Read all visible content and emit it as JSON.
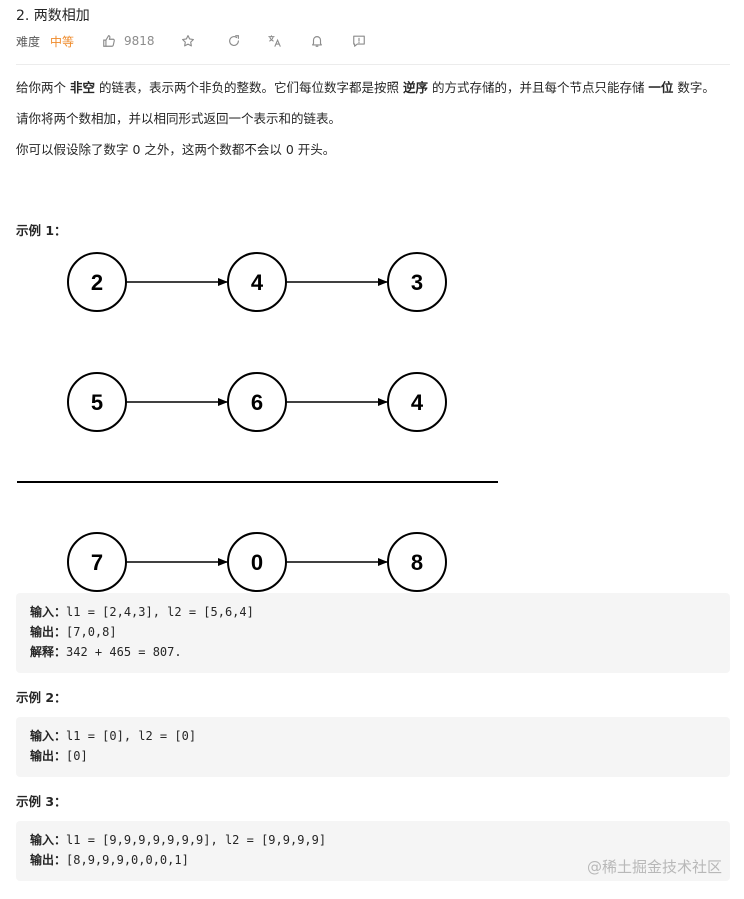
{
  "problem": {
    "title": "2. 两数相加",
    "difficulty_label": "难度",
    "difficulty": "中等",
    "likes": "9818"
  },
  "description": {
    "p1": [
      {
        "text": "给你两个 ",
        "bold": false
      },
      {
        "text": "非空",
        "bold": true
      },
      {
        "text": " 的链表，表示两个非负的整数。它们每位数字都是按照 ",
        "bold": false
      },
      {
        "text": "逆序",
        "bold": true
      },
      {
        "text": " 的方式存储的，并且每个节点只能存储 ",
        "bold": false
      },
      {
        "text": "一位",
        "bold": true
      },
      {
        "text": " 数字。",
        "bold": false
      }
    ],
    "p2": "请你将两个数相加，并以相同形式返回一个表示和的链表。",
    "p3": "你可以假设除了数字 0 之外，这两个数都不会以 0 开头。"
  },
  "diagram": {
    "l1": [
      "2",
      "4",
      "3"
    ],
    "l2": [
      "5",
      "6",
      "4"
    ],
    "sum": [
      "7",
      "0",
      "8"
    ]
  },
  "examples": [
    {
      "title": "示例 1：",
      "lines": [
        {
          "key": "输入：",
          "value": "l1 = [2,4,3], l2 = [5,6,4]"
        },
        {
          "key": "输出：",
          "value": "[7,0,8]"
        },
        {
          "key": "解释：",
          "value": "342 + 465 = 807."
        }
      ]
    },
    {
      "title": "示例 2：",
      "lines": [
        {
          "key": "输入：",
          "value": "l1 = [0], l2 = [0]"
        },
        {
          "key": "输出：",
          "value": "[0]"
        }
      ]
    },
    {
      "title": "示例 3：",
      "lines": [
        {
          "key": "输入：",
          "value": "l1 = [9,9,9,9,9,9,9], l2 = [9,9,9,9]"
        },
        {
          "key": "输出：",
          "value": "[8,9,9,9,0,0,0,1]"
        }
      ]
    }
  ],
  "watermark": "@稀土掘金技术社区",
  "colors": {
    "difficulty": "#ef8a2a",
    "code_bg": "#f5f5f5"
  }
}
